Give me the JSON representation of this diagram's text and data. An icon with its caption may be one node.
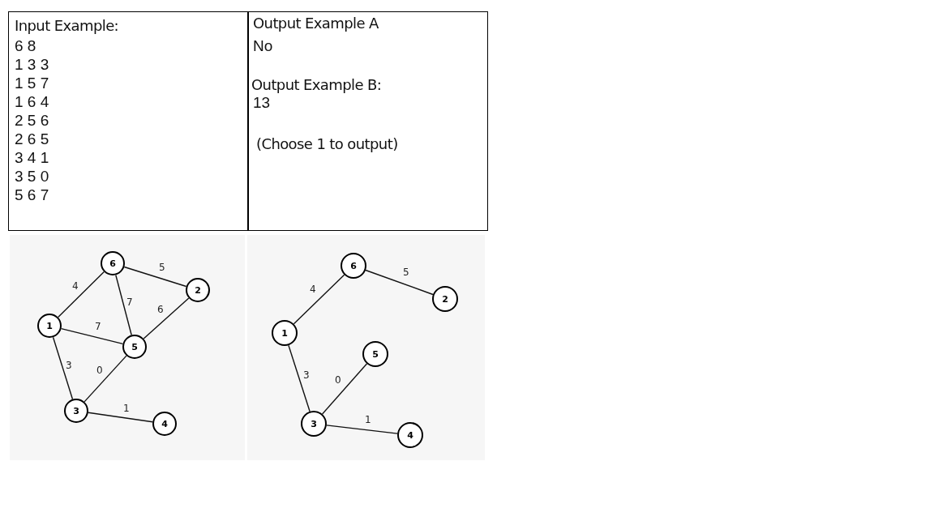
{
  "diagram": {
    "nodes": [
      {
        "text": [
          "6"
        ]
      },
      {
        "text": [
          "2"
        ]
      },
      {
        "text": [
          "1"
        ]
      },
      {
        "text": [
          "5"
        ]
      },
      {
        "text": [
          "3"
        ]
      },
      {
        "text": [
          "4"
        ]
      },
      {
        "text": [
          "6"
        ]
      },
      {
        "text": [
          "2"
        ]
      },
      {
        "text": [
          "1"
        ]
      },
      {
        "text": [
          "5"
        ]
      },
      {
        "text": [
          "3"
        ]
      },
      {
        "text": [
          "4"
        ]
      }
    ],
    "edges": [
      {
        "from": 2,
        "to": 4,
        "arrow": "none",
        "label": "3"
      },
      {
        "from": 2,
        "to": 3,
        "arrow": "none",
        "label": "7"
      },
      {
        "from": 2,
        "to": 0,
        "arrow": "none",
        "label": "4"
      },
      {
        "from": 1,
        "to": 3,
        "arrow": "none",
        "label": "6"
      },
      {
        "from": 1,
        "to": 0,
        "arrow": "none",
        "label": "5"
      },
      {
        "from": 4,
        "to": 5,
        "arrow": "none",
        "label": "1"
      },
      {
        "from": 4,
        "to": 3,
        "arrow": "none",
        "label": "0"
      },
      {
        "from": 3,
        "to": 0,
        "arrow": "none",
        "label": "7"
      },
      {
        "from": 8,
        "to": 10,
        "arrow": "none",
        "label": "3"
      },
      {
        "from": 8,
        "to": 6,
        "arrow": "none",
        "label": "4"
      },
      {
        "from": 7,
        "to": 6,
        "arrow": "none",
        "label": "5"
      },
      {
        "from": 10,
        "to": 11,
        "arrow": "none",
        "label": "1"
      },
      {
        "from": 10,
        "to": 9,
        "arrow": "none",
        "label": "0"
      }
    ],
    "labels": [
      "Input Example:",
      "6 8",
      "1 3 3",
      "1 5 7",
      "1 6 4",
      "2 5 6",
      "2 6 5",
      "3 4 1",
      "3 5 0",
      "5 6 7",
      "Output Example A",
      "No",
      "Output Example B:",
      "13",
      "(Choose 1 to output)"
    ]
  }
}
